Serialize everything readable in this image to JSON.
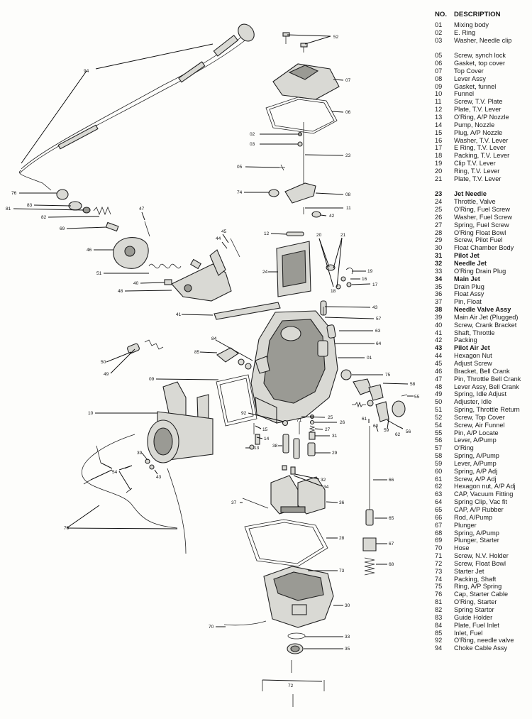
{
  "legend": {
    "header_no": "NO.",
    "header_desc": "DESCRIPTION",
    "items": [
      {
        "no": "01",
        "desc": "Mixing body"
      },
      {
        "no": "02",
        "desc": "E. Ring"
      },
      {
        "no": "03",
        "desc": "Washer, Needle clip"
      },
      {
        "gap": true
      },
      {
        "no": "05",
        "desc": "Screw, synch lock"
      },
      {
        "no": "06",
        "desc": "Gasket, top cover"
      },
      {
        "no": "07",
        "desc": "Top Cover"
      },
      {
        "no": "08",
        "desc": "Lever Assy"
      },
      {
        "no": "09",
        "desc": "Gasket, funnel"
      },
      {
        "no": "10",
        "desc": "Funnel"
      },
      {
        "no": "11",
        "desc": "Screw, T.V. Plate"
      },
      {
        "no": "12",
        "desc": "Plate, T.V. Lever"
      },
      {
        "no": "13",
        "desc": "O'Ring, A/P Nozzle"
      },
      {
        "no": "14",
        "desc": "Pump, Nozzle"
      },
      {
        "no": "15",
        "desc": "Plug, A/P Nozzle"
      },
      {
        "no": "16",
        "desc": "Washer, T.V. Lever"
      },
      {
        "no": "17",
        "desc": "E Ring, T.V. Lever"
      },
      {
        "no": "18",
        "desc": "Packing, T.V. Lever"
      },
      {
        "no": "19",
        "desc": "Clip T.V. Lever"
      },
      {
        "no": "20",
        "desc": "Ring, T.V. Lever"
      },
      {
        "no": "21",
        "desc": "Plate, T.V. Lever"
      },
      {
        "gap": true
      },
      {
        "no": "23",
        "desc": "Jet Needle",
        "bold": true
      },
      {
        "no": "24",
        "desc": "Throttle, Valve"
      },
      {
        "no": "25",
        "desc": "O'Ring, Fuel Screw"
      },
      {
        "no": "26",
        "desc": "Washer, Fuel Screw"
      },
      {
        "no": "27",
        "desc": "Spring, Fuel Screw"
      },
      {
        "no": "28",
        "desc": "O'Ring Float Bowl"
      },
      {
        "no": "29",
        "desc": "Screw, Pilot Fuel"
      },
      {
        "no": "30",
        "desc": "Float Chamber Body"
      },
      {
        "no": "31",
        "desc": "Pilot Jet",
        "bold": true
      },
      {
        "no": "32",
        "desc": "Needle Jet",
        "bold": true
      },
      {
        "no": "33",
        "desc": "O'Ring Drain Plug"
      },
      {
        "no": "34",
        "desc": "Main Jet",
        "bold": true
      },
      {
        "no": "35",
        "desc": "Drain Plug"
      },
      {
        "no": "36",
        "desc": "Float Assy"
      },
      {
        "no": "37",
        "desc": "Pin, Float"
      },
      {
        "no": "38",
        "desc": "Needle Valve Assy",
        "bold": true
      },
      {
        "no": "39",
        "desc": "Main Air Jet (Plugged)"
      },
      {
        "no": "40",
        "desc": "Screw, Crank Bracket"
      },
      {
        "no": "41",
        "desc": "Shaft, Throttle"
      },
      {
        "no": "42",
        "desc": "Packing"
      },
      {
        "no": "43",
        "desc": "Pilot Air Jet",
        "bold": true
      },
      {
        "no": "44",
        "desc": "Hexagon Nut"
      },
      {
        "no": "45",
        "desc": "Adjust Screw"
      },
      {
        "no": "46",
        "desc": "Bracket, Bell Crank"
      },
      {
        "no": "47",
        "desc": "Pin, Throttle Bell Crank"
      },
      {
        "no": "48",
        "desc": "Lever Assy, Bell Crank"
      },
      {
        "no": "49",
        "desc": "Spring, Idle Adjust"
      },
      {
        "no": "50",
        "desc": "Adjuster, Idle"
      },
      {
        "no": "51",
        "desc": "Spring, Throttle Return"
      },
      {
        "no": "52",
        "desc": "Screw, Top Cover"
      },
      {
        "no": "54",
        "desc": "Screw, Air Funnel"
      },
      {
        "no": "55",
        "desc": "Pin, A/P Locate"
      },
      {
        "no": "56",
        "desc": "Lever, A/Pump"
      },
      {
        "no": "57",
        "desc": "O'Ring"
      },
      {
        "no": "58",
        "desc": "Spring, A/Pump"
      },
      {
        "no": "59",
        "desc": "Lever, A/Pump"
      },
      {
        "no": "60",
        "desc": "Spring, A/P Adj"
      },
      {
        "no": "61",
        "desc": "Screw, A/P Adj"
      },
      {
        "no": "62",
        "desc": "Hexagon nut, A/P Adj"
      },
      {
        "no": "63",
        "desc": "CAP, Vacuum Fitting"
      },
      {
        "no": "64",
        "desc": "Spring Clip, Vac fit"
      },
      {
        "no": "65",
        "desc": "CAP, A/P Rubber"
      },
      {
        "no": "66",
        "desc": "Rod, A/Pump"
      },
      {
        "no": "67",
        "desc": "Plunger"
      },
      {
        "no": "68",
        "desc": "Spring, A/Pump"
      },
      {
        "no": "69",
        "desc": "Plunger, Starter"
      },
      {
        "no": "70",
        "desc": "Hose"
      },
      {
        "no": "71",
        "desc": "Screw, N.V. Holder"
      },
      {
        "no": "72",
        "desc": "Screw, Float Bowl"
      },
      {
        "no": "73",
        "desc": "Starter Jet"
      },
      {
        "no": "74",
        "desc": "Packing, Shaft"
      },
      {
        "no": "75",
        "desc": "Ring, A/P Spring"
      },
      {
        "no": "76",
        "desc": "Cap, Starter Cable"
      },
      {
        "no": "81",
        "desc": "O'Ring, Starter"
      },
      {
        "no": "82",
        "desc": "Spring Startor"
      },
      {
        "no": "83",
        "desc": "Guide Holder"
      },
      {
        "no": "84",
        "desc": "Plate, Fuel Inlet"
      },
      {
        "no": "85",
        "desc": "Inlet, Fuel"
      },
      {
        "no": "92",
        "desc": "O'Ring, needle valve"
      },
      {
        "no": "94",
        "desc": "Choke Cable Assy"
      }
    ]
  },
  "diagram_labels": [
    {
      "id": "l94",
      "text": "94"
    },
    {
      "id": "l52",
      "text": "52"
    },
    {
      "id": "l07",
      "text": "07"
    },
    {
      "id": "l06",
      "text": "06"
    },
    {
      "id": "l02",
      "text": "02"
    },
    {
      "id": "l03",
      "text": "03"
    },
    {
      "id": "l23",
      "text": "23"
    },
    {
      "id": "l05",
      "text": "05"
    },
    {
      "id": "l74",
      "text": "74"
    },
    {
      "id": "l08",
      "text": "08"
    },
    {
      "id": "l11",
      "text": "11"
    },
    {
      "id": "l42",
      "text": "42"
    },
    {
      "id": "l76",
      "text": "76"
    },
    {
      "id": "l83",
      "text": "83"
    },
    {
      "id": "l81",
      "text": "81"
    },
    {
      "id": "l82",
      "text": "82"
    },
    {
      "id": "l69",
      "text": "69"
    },
    {
      "id": "l47",
      "text": "47"
    },
    {
      "id": "l46",
      "text": "46"
    },
    {
      "id": "l51",
      "text": "51"
    },
    {
      "id": "l40",
      "text": "40"
    },
    {
      "id": "l48",
      "text": "48"
    },
    {
      "id": "l45",
      "text": "45"
    },
    {
      "id": "l44",
      "text": "44"
    },
    {
      "id": "l12",
      "text": "12"
    },
    {
      "id": "l20",
      "text": "20"
    },
    {
      "id": "l21",
      "text": "21"
    },
    {
      "id": "l24",
      "text": "24"
    },
    {
      "id": "l19",
      "text": "19"
    },
    {
      "id": "l16",
      "text": "16"
    },
    {
      "id": "l17",
      "text": "17"
    },
    {
      "id": "l18",
      "text": "18"
    },
    {
      "id": "l41",
      "text": "41"
    },
    {
      "id": "l43",
      "text": "43"
    },
    {
      "id": "l57",
      "text": "57"
    },
    {
      "id": "l63",
      "text": "63"
    },
    {
      "id": "l64",
      "text": "64"
    },
    {
      "id": "l01",
      "text": "01"
    },
    {
      "id": "l84",
      "text": "84"
    },
    {
      "id": "l85",
      "text": "85"
    },
    {
      "id": "l50",
      "text": "50"
    },
    {
      "id": "l49",
      "text": "49"
    },
    {
      "id": "l09",
      "text": "09"
    },
    {
      "id": "l75",
      "text": "75"
    },
    {
      "id": "l58",
      "text": "58"
    },
    {
      "id": "l55",
      "text": "55"
    },
    {
      "id": "l10",
      "text": "10"
    },
    {
      "id": "l92",
      "text": "92"
    },
    {
      "id": "l71",
      "text": "71"
    },
    {
      "id": "l25",
      "text": "25"
    },
    {
      "id": "l26",
      "text": "26"
    },
    {
      "id": "l27",
      "text": "27"
    },
    {
      "id": "l31",
      "text": "31"
    },
    {
      "id": "l15",
      "text": "15"
    },
    {
      "id": "l14",
      "text": "14"
    },
    {
      "id": "l13",
      "text": "13"
    },
    {
      "id": "l38",
      "text": "38"
    },
    {
      "id": "l29",
      "text": "29"
    },
    {
      "id": "l61",
      "text": "61"
    },
    {
      "id": "l60",
      "text": "60"
    },
    {
      "id": "l59",
      "text": "59"
    },
    {
      "id": "l62",
      "text": "62"
    },
    {
      "id": "l56",
      "text": "56"
    },
    {
      "id": "l39",
      "text": "39"
    },
    {
      "id": "l43b",
      "text": "43"
    },
    {
      "id": "l54",
      "text": "54"
    },
    {
      "id": "l32",
      "text": "32"
    },
    {
      "id": "l34",
      "text": "34"
    },
    {
      "id": "l66",
      "text": "66"
    },
    {
      "id": "l37",
      "text": "37"
    },
    {
      "id": "l36",
      "text": "36"
    },
    {
      "id": "l65",
      "text": "65"
    },
    {
      "id": "l70",
      "text": "70"
    },
    {
      "id": "l28",
      "text": "28"
    },
    {
      "id": "l67",
      "text": "67"
    },
    {
      "id": "l68",
      "text": "68"
    },
    {
      "id": "l73",
      "text": "73"
    },
    {
      "id": "l30",
      "text": "30"
    },
    {
      "id": "l70b",
      "text": "70"
    },
    {
      "id": "l33",
      "text": "33"
    },
    {
      "id": "l35",
      "text": "35"
    },
    {
      "id": "l72",
      "text": "72"
    }
  ]
}
